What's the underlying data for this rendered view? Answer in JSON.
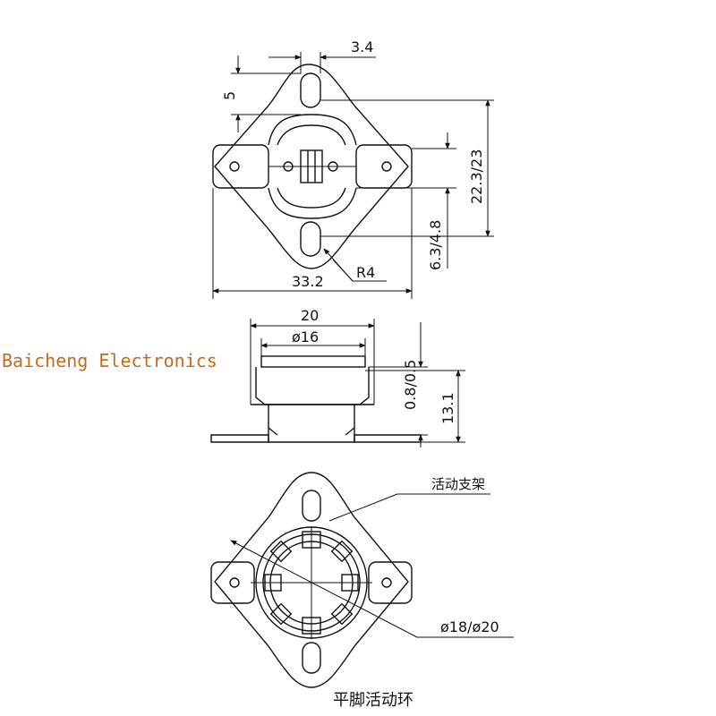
{
  "watermark": "Baicheng Electronics",
  "top_view": {
    "dim_slot_width": "3.4",
    "dim_slot_height": "5",
    "dim_total_height": "22.3/23",
    "dim_lower_height": "6.3/4.8",
    "dim_total_width": "33.2",
    "dim_radius": "R4"
  },
  "side_view": {
    "dim_body_width": "20",
    "dim_cap_diameter": "ø16",
    "dim_gap": "0.8/0.5",
    "dim_height": "13.1"
  },
  "bottom_view": {
    "label_bracket": "活动支架",
    "dim_ring": "ø18/ø20",
    "caption": "平脚活动环"
  }
}
